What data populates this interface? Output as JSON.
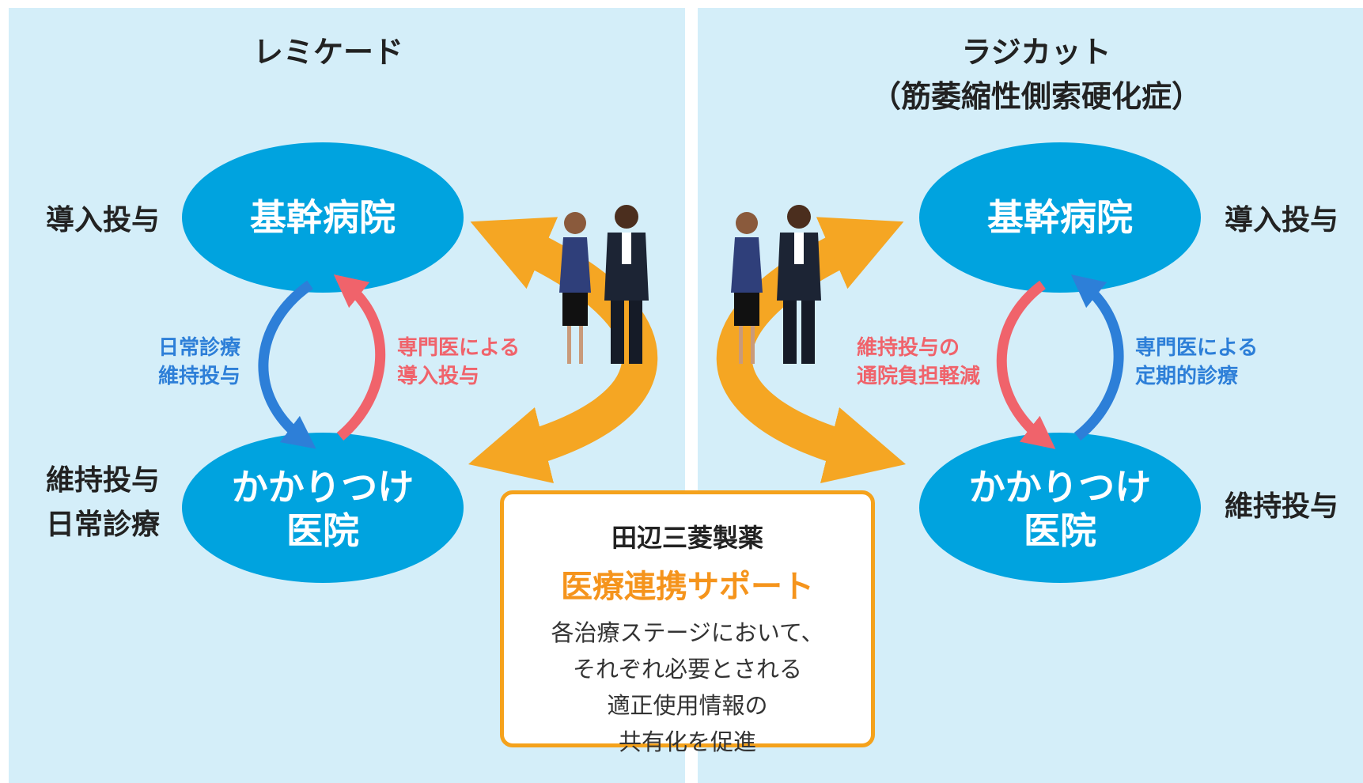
{
  "colors": {
    "panel_bg": "#d4eef9",
    "ellipse": "#00a3df",
    "orange": "#f5a623",
    "blue_arrow": "#2d7fd8",
    "red_arrow": "#f0636b"
  },
  "left": {
    "title": "レミケード",
    "top_node": "基幹病院",
    "bottom_node_line1": "かかりつけ",
    "bottom_node_line2": "医院",
    "side_top": "導入投与",
    "side_bottom_line1": "維持投与",
    "side_bottom_line2": "日常診療",
    "blue_label_line1": "日常診療",
    "blue_label_line2": "維持投与",
    "red_label_line1": "専門医による",
    "red_label_line2": "導入投与"
  },
  "right": {
    "title_line1": "ラジカット",
    "title_line2": "（筋萎縮性側索硬化症）",
    "top_node": "基幹病院",
    "bottom_node_line1": "かかりつけ",
    "bottom_node_line2": "医院",
    "side_top": "導入投与",
    "side_bottom": "維持投与",
    "red_label_line1": "維持投与の",
    "red_label_line2": "通院負担軽減",
    "blue_label_line1": "専門医による",
    "blue_label_line2": "定期的診療"
  },
  "support": {
    "company": "田辺三菱製薬",
    "title": "医療連携サポート",
    "desc_line1": "各治療ステージにおいて、",
    "desc_line2": "それぞれ必要とされる",
    "desc_line3": "適正使用情報の",
    "desc_line4": "共有化を促進"
  }
}
